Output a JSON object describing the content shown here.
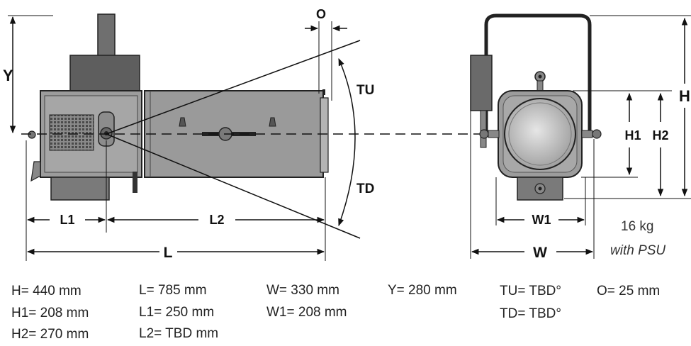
{
  "labels": {
    "O": "O",
    "Y": "Y",
    "TU": "TU",
    "TD": "TD",
    "L1": "L1",
    "L2": "L2",
    "L": "L",
    "H": "H",
    "H1": "H1",
    "H2": "H2",
    "W1": "W1",
    "W": "W"
  },
  "weight": {
    "value": "16 kg",
    "note": "with PSU"
  },
  "specs": {
    "H": "H= 440 mm",
    "H1": "H1= 208 mm",
    "H2": "H2= 270 mm",
    "L": "L= 785 mm",
    "L1": "L1= 250 mm",
    "L2": "L2= TBD mm",
    "W": "W= 330 mm",
    "W1": "W1= 208 mm",
    "Y": "Y= 280 mm",
    "TU": "TU= TBD°",
    "TD": "TD= TBD°",
    "O": "O= 25 mm"
  }
}
